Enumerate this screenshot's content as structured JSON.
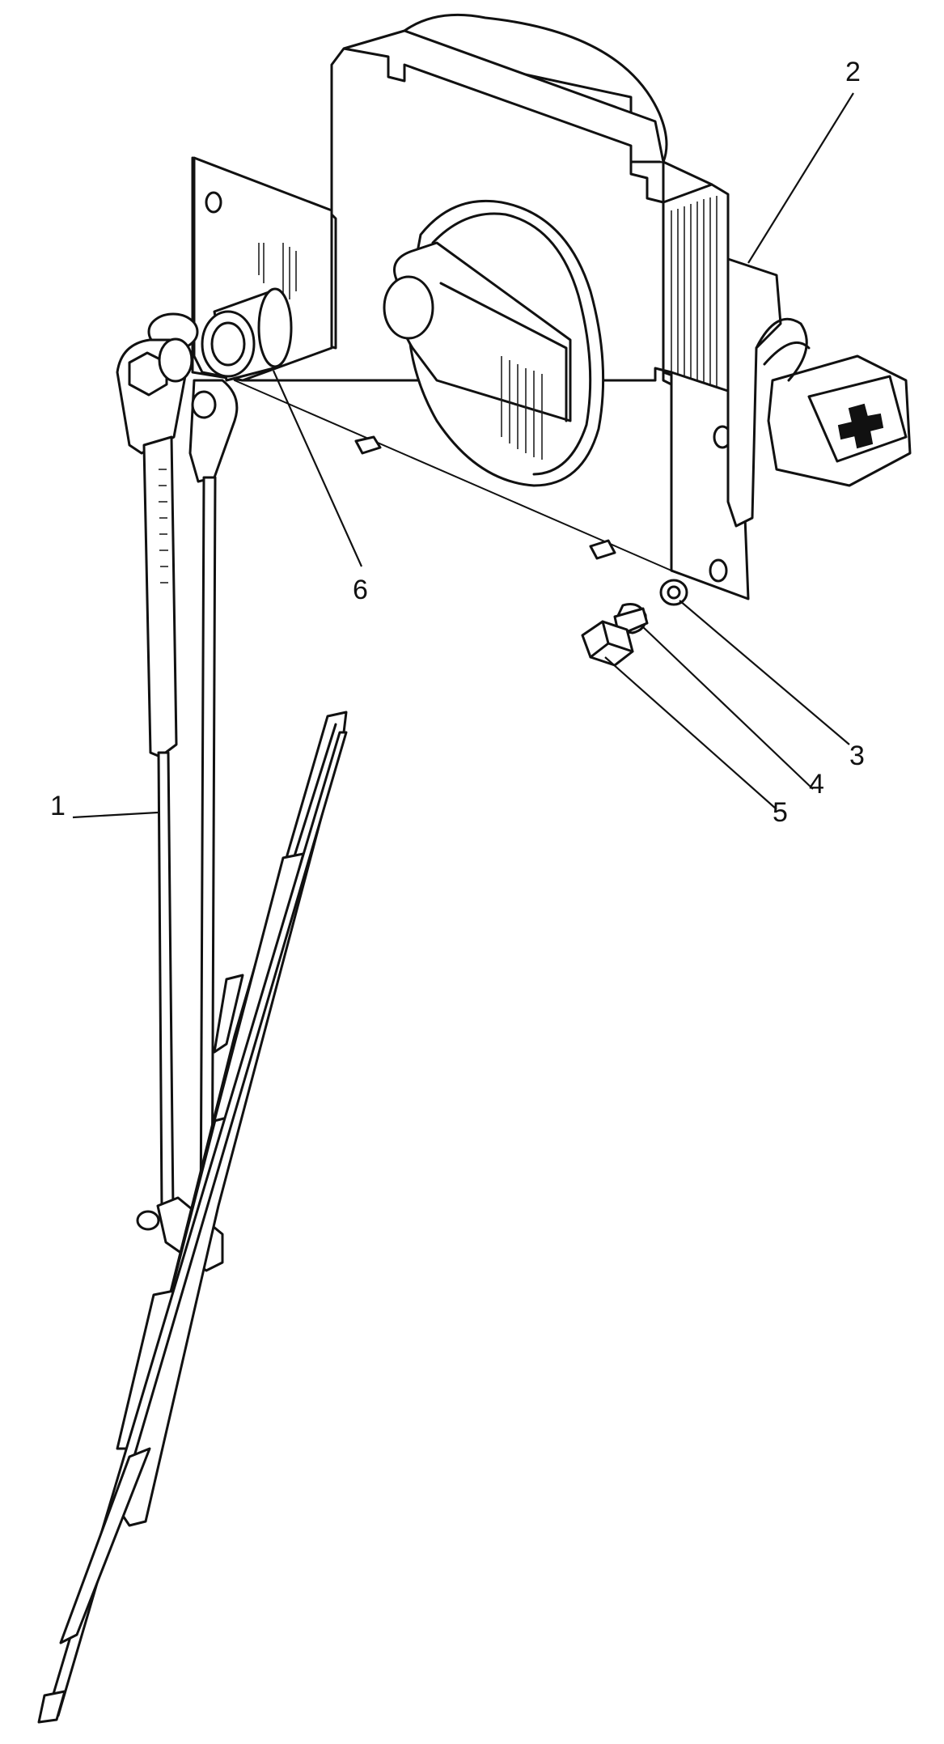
{
  "callouts": {
    "c1": "1",
    "c2": "2",
    "c3": "3",
    "c4": "4",
    "c5": "5",
    "c6": "6"
  },
  "parts": {
    "p1": "wiper-arm-and-blade",
    "p2": "wiper-motor-with-reduction-gear",
    "p3": "washer",
    "p4": "spring-washer",
    "p5": "bolt",
    "p6": "drive-shaft-nut"
  }
}
